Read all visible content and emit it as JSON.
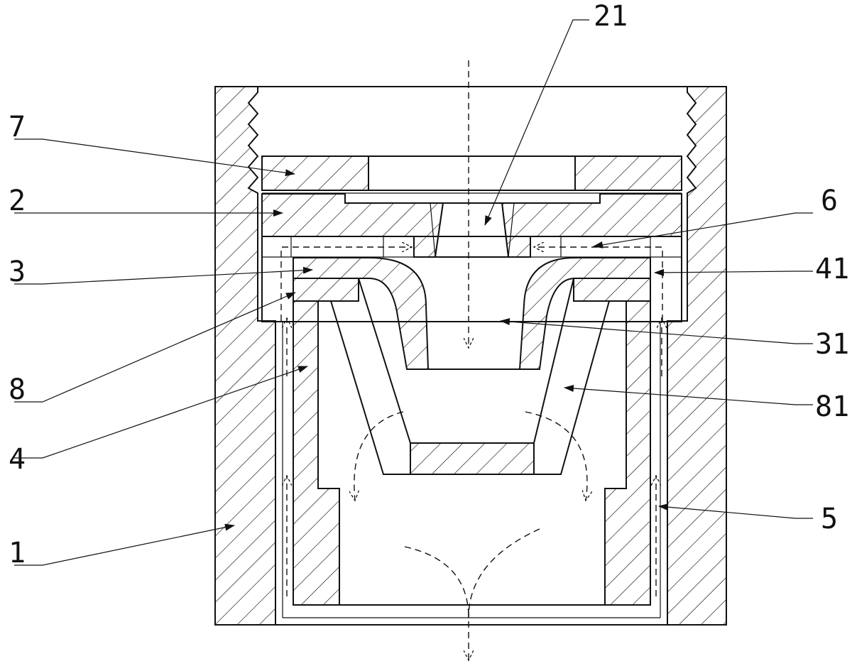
{
  "diagram": {
    "labels": {
      "l21": "21",
      "l7": "7",
      "l2": "2",
      "l6": "6",
      "l3": "3",
      "l41": "41",
      "l8": "8",
      "l31": "31",
      "l81": "81",
      "l4": "4",
      "l5": "5",
      "l1": "1"
    },
    "colors": {
      "line": "#111111",
      "background": "#ffffff"
    }
  }
}
